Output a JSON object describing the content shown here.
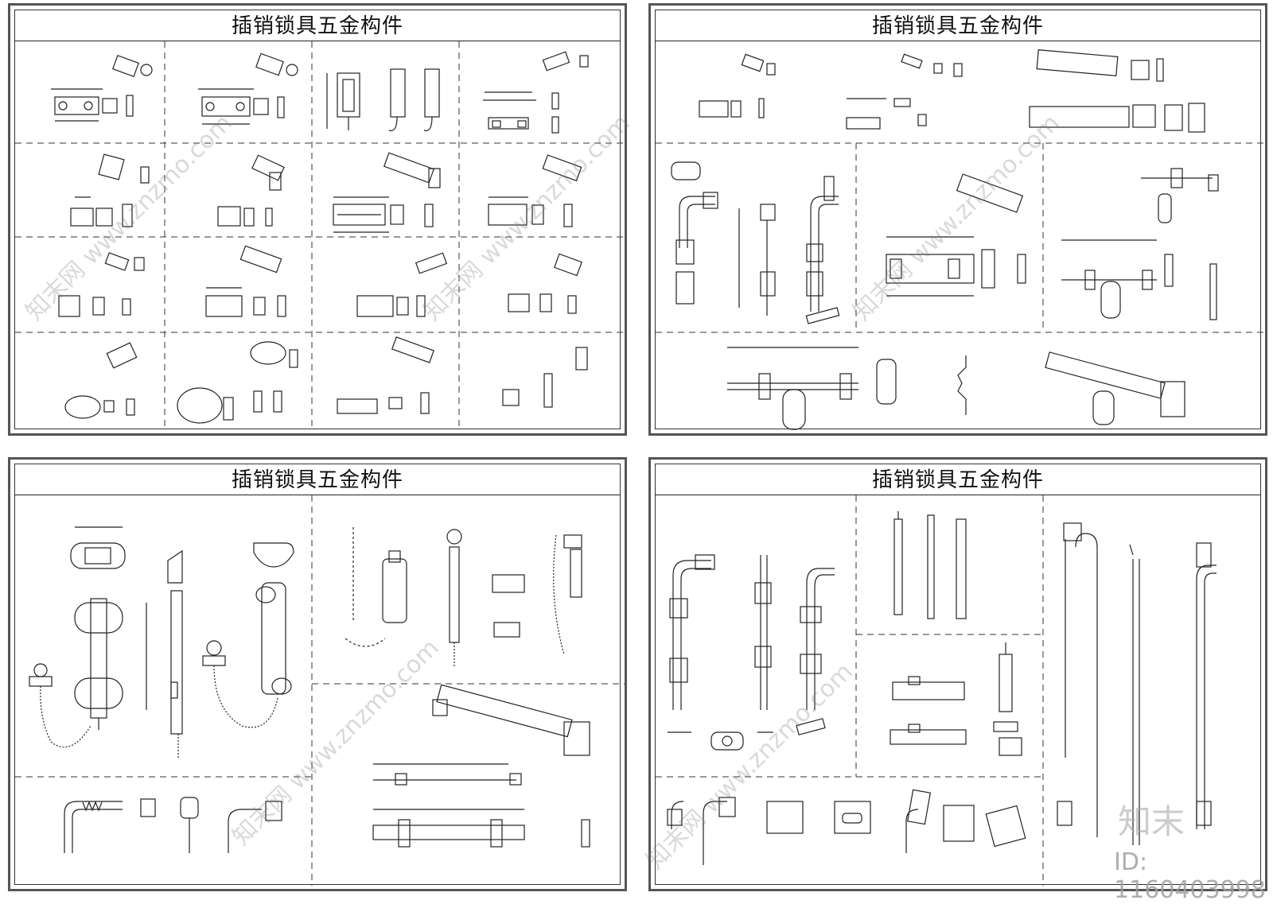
{
  "sheets": [
    {
      "title": "插销锁具五金构件"
    },
    {
      "title": "插销锁具五金构件"
    },
    {
      "title": "插销锁具五金构件"
    },
    {
      "title": "插销锁具五金构件"
    }
  ],
  "watermark": {
    "site": "www.znzmo.com",
    "brand": "知末网"
  },
  "logo": {
    "text": "知末"
  },
  "image_id": "ID: 1160403998"
}
